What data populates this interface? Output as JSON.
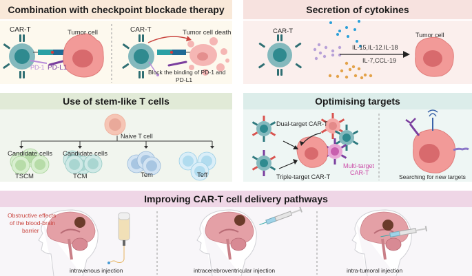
{
  "panels": {
    "checkpoint": {
      "title": "Combination with checkpoint blockade therapy",
      "left": {
        "car_t": "CAR-T",
        "tumor": "Tumor cell",
        "pd1": "PD-1",
        "pdl1": "PD-L1"
      },
      "right": {
        "car_t": "CAR-T",
        "tumor": "Tumor cell death",
        "block_line1": "Block the binding of PD-1 and",
        "block_line2": "PD-L1"
      }
    },
    "cytokines": {
      "title": "Secretion of cytokines",
      "car_t": "CAR-T",
      "tumor": "Tumor cell",
      "cytokines_line1": "IL-15,IL-12.IL-18",
      "cytokines_line2": "IL-7,CCL-19"
    },
    "stem": {
      "title": "Use of stem-like T cells",
      "naive": "Naive T cell",
      "candidate1": "Candidate cells",
      "candidate2": "Candidate cells",
      "types": [
        "TSCM",
        "TCM",
        "Tem",
        "Teff"
      ]
    },
    "targets": {
      "title": "Optimising targets",
      "dual": "Dual-target CAR-T",
      "triple": "Triple-target CAR-T",
      "multi_line1": "Multi-target",
      "multi_line2": "CAR-T",
      "search": "Searching for new targets"
    },
    "delivery": {
      "title": "Improving CAR-T cell delivery pathways",
      "bbb_line1": "Obstructive effects",
      "bbb_line2": "of the blood-brain",
      "bbb_line3": "barrier",
      "routes": [
        "intravenous injection",
        "intracerebroventricular injection",
        "intra-tumoral injection"
      ]
    }
  },
  "colors": {
    "checkpoint_header": "#f9e9d9",
    "checkpoint_body": "#fdf9ee",
    "cytokine_header": "#f7e2df",
    "cytokine_body": "#fbefed",
    "stem_header": "#e1ead7",
    "stem_body": "#f1f5ee",
    "targets_header": "#dcedea",
    "targets_body": "#eef6f4",
    "delivery_header": "#efd6e6",
    "delivery_body": "#f8f6f9",
    "cart_outer": "#84b9bd",
    "cart_inner": "#2f8a8f",
    "tumor": "#f29a98",
    "tumor_nucleus": "#d86a6d",
    "pd1": "#b78ad8",
    "pdl1": "#7a3e9e",
    "bbb_text": "#c9443e",
    "multi_text": "#cc4da8"
  }
}
